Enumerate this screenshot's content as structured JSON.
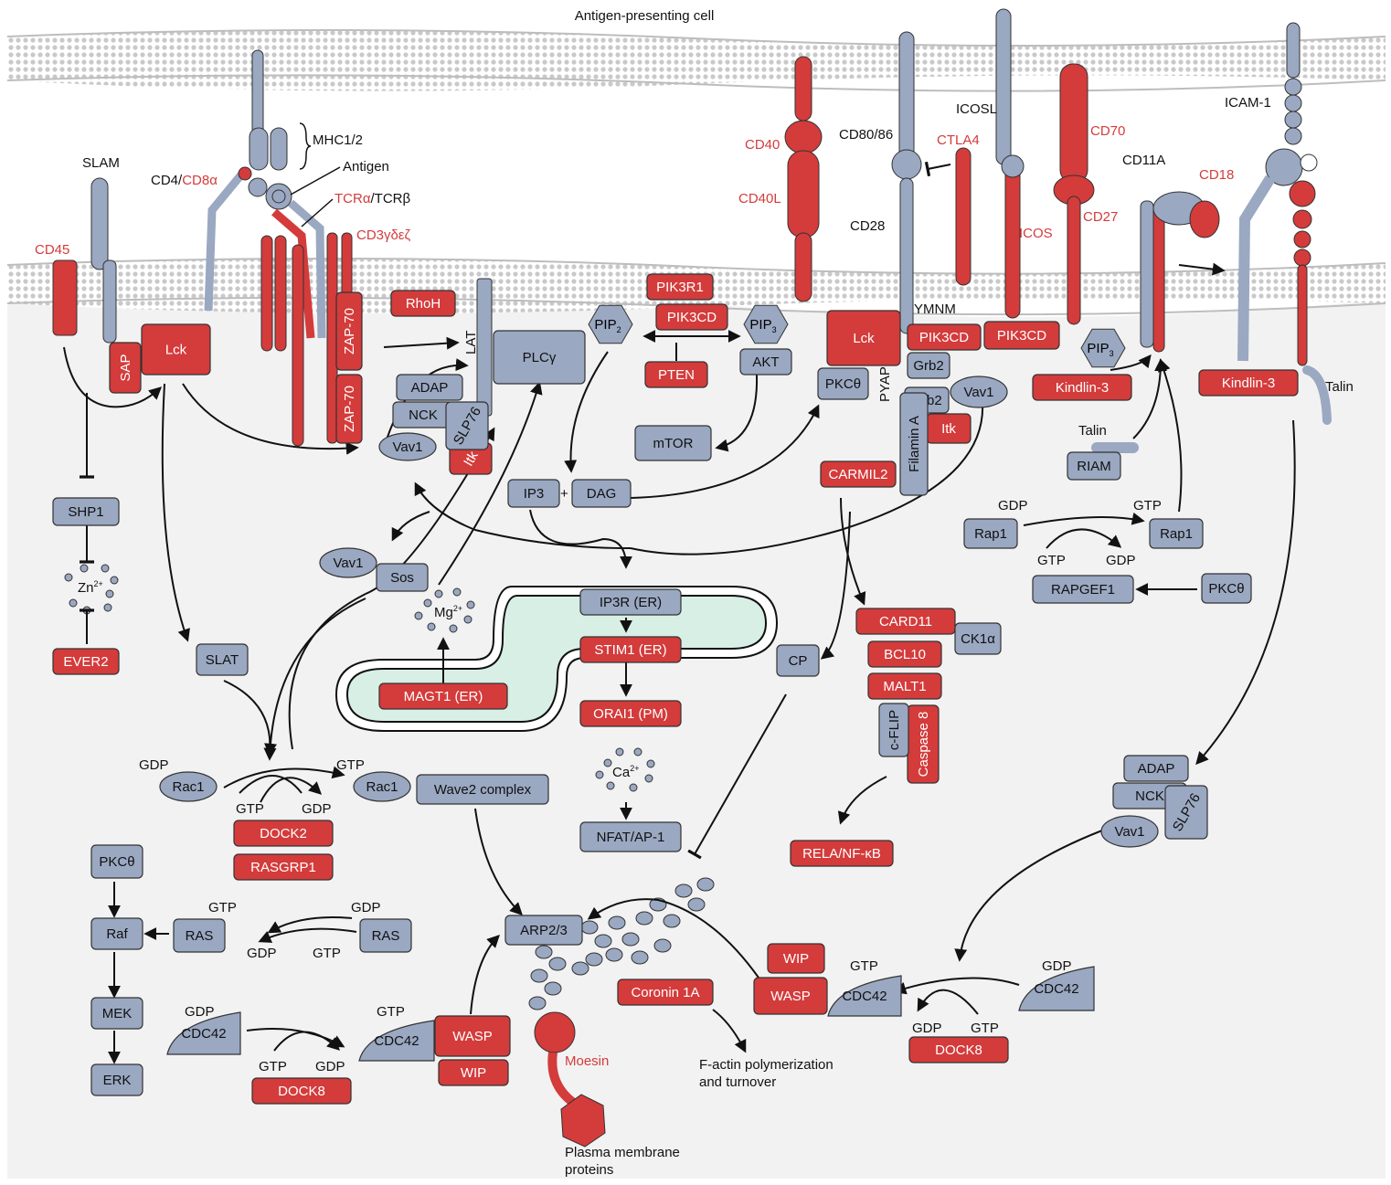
{
  "title": "Antigen-presenting cell",
  "colors": {
    "red": "#d43b3b",
    "gray": "#9aa8c2",
    "cytoplasm": "#f2f2f2",
    "er": "#d8efe6",
    "label_red": "#d43b3b",
    "label_black": "#111111"
  },
  "labels": {
    "mhc": "MHC1/2",
    "antigen": "Antigen",
    "slam": "SLAM",
    "cd4": "CD4/",
    "cd8a": "CD8α",
    "tcra": "TCRα",
    "tcrb": "/TCRβ",
    "cd3": "CD3γδεζ",
    "cd45": "CD45",
    "lat": "LAT",
    "cd40": "CD40",
    "cd40l": "CD40L",
    "cd80": "CD80/86",
    "cd28": "CD28",
    "ctla4": "CTLA4",
    "icosl": "ICOSL",
    "icos": "ICOS",
    "cd70": "CD70",
    "cd27": "CD27",
    "cd11a": "CD11A",
    "cd18": "CD18",
    "icam1": "ICAM-1",
    "ymnm": "YMNM",
    "pyap": "PYAP",
    "talin1": "Talin",
    "talin2": "Talin",
    "zn": "Zn",
    "zn_sup": "2+",
    "mg": "Mg",
    "mg_sup": "2+",
    "ca": "Ca",
    "ca_sup": "2+",
    "pip2": "PIP",
    "pip2_sub": "2",
    "pip3a": "PIP",
    "pip3a_sub": "3",
    "pip3b": "PIP",
    "pip3b_sub": "3",
    "plus": "+",
    "gdp_rac_l": "GDP",
    "gtp_rac_r": "GTP",
    "gtp_rac_b": "GTP",
    "gdp_rac_b": "GDP",
    "gdp_rap_l": "GDP",
    "gtp_rap_r": "GTP",
    "gtp_rap_b": "GTP",
    "gdp_rap_b": "GDP",
    "gtp_ras_l": "GTP",
    "gdp_ras_r": "GDP",
    "gdp_ras_b": "GDP",
    "gtp_ras_b": "GTP",
    "gdp_cdc_l": "GDP",
    "gtp_cdc_r": "GTP",
    "gtp_cdc_b": "GTP",
    "gdp_cdc_b": "GDP",
    "gtp_cdc2_l": "GTP",
    "gdp_cdc2_r": "GDP",
    "gdp_cdc2_b": "GDP",
    "gtp_cdc2_b": "GTP",
    "factin": "F-actin polymerization",
    "factin2": "and turnover",
    "pmp": "Plasma membrane",
    "pmp2": "proteins",
    "moesin": "Moesin"
  },
  "red_boxes": {
    "sap": "SAP",
    "lck1": "Lck",
    "zap70a": "ZAP-70",
    "zap70b": "ZAP-70",
    "rhoh": "RhoH",
    "itk1": "Itk",
    "pik3r1": "PIK3R1",
    "pik3cd1": "PIK3CD",
    "pten": "PTEN",
    "lck2": "Lck",
    "pik3cd2": "PIK3CD",
    "itk2": "Itk",
    "carmil2": "CARMIL2",
    "pik3cd3": "PIK3CD",
    "kindlin3a": "Kindlin-3",
    "kindlin3b": "Kindlin-3",
    "ever2": "EVER2",
    "magt1": "MAGT1 (ER)",
    "stim1": "STIM1 (ER)",
    "orai1": "ORAI1 (PM)",
    "card11": "CARD11",
    "bcl10": "BCL10",
    "malt1": "MALT1",
    "casp8": "Caspase 8",
    "relanfkb": "RELA/NF-κB",
    "dock2": "DOCK2",
    "rasgrp1": "RASGRP1",
    "dock8a": "DOCK8",
    "dock8b": "DOCK8",
    "wasp1": "WASP",
    "wip1": "WIP",
    "wasp2": "WASP",
    "wip2": "WIP",
    "coronin": "Coronin 1A"
  },
  "gray_boxes": {
    "adap1": "ADAP",
    "nck1": "NCK",
    "slp76a": "SLP76",
    "vav1a": "Vav1",
    "plcg": "PLCγ",
    "akt": "AKT",
    "mtor": "mTOR",
    "ip3": "IP3",
    "dag": "DAG",
    "pkct1": "PKCθ",
    "grb2a": "Grb2",
    "grb2b": "Grb2",
    "vav1b": "Vav1",
    "filamin": "Filamin A",
    "riam": "RIAM",
    "rap1a": "Rap1",
    "rap1b": "Rap1",
    "rapgef1": "RAPGEF1",
    "pkct2": "PKCθ",
    "shp1": "SHP1",
    "vav1c": "Vav1",
    "sos": "Sos",
    "slat": "SLAT",
    "ip3r": "IP3R (ER)",
    "cp": "CP",
    "ck1a": "CK1α",
    "cflip": "c-FLIP",
    "nfat": "NFAT/AP-1",
    "rac1a": "Rac1",
    "rac1b": "Rac1",
    "wave2": "Wave2 complex",
    "pkct3": "PKCθ",
    "raf": "Raf",
    "mek": "MEK",
    "erk": "ERK",
    "ras1": "RAS",
    "ras2": "RAS",
    "cdc42a": "CDC42",
    "cdc42b": "CDC42",
    "cdc42c": "CDC42",
    "cdc42d": "CDC42",
    "arp23": "ARP2/3",
    "adap2": "ADAP",
    "nck2": "NCK",
    "slp76b": "SLP76",
    "vav1d": "Vav1"
  }
}
